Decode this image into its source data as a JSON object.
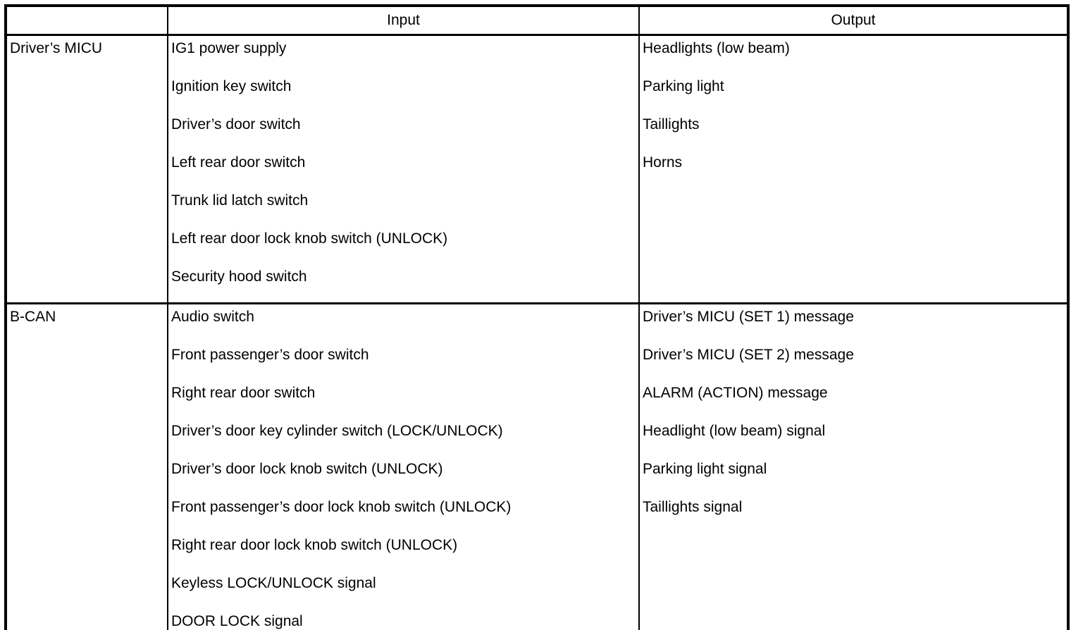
{
  "table": {
    "headers": {
      "source": "",
      "input": "Input",
      "output": "Output"
    },
    "rows": [
      {
        "label": "Driver’s MICU",
        "inputs": [
          "IG1 power supply",
          "Ignition key switch",
          "Driver’s door switch",
          "Left rear door switch",
          "Trunk lid latch switch",
          "Left rear door lock knob switch (UNLOCK)",
          "Security hood switch"
        ],
        "outputs": [
          "Headlights (low beam)",
          "Parking light",
          "Taillights",
          "Horns"
        ]
      },
      {
        "label": "B-CAN",
        "inputs": [
          "Audio switch",
          "Front passenger’s door switch",
          "Right rear door switch",
          "Driver’s door key cylinder switch (LOCK/UNLOCK)",
          "Driver’s door lock knob switch (UNLOCK)",
          "Front passenger’s door lock knob switch (UNLOCK)",
          "Right rear door lock knob switch (UNLOCK)",
          "Keyless LOCK/UNLOCK signal",
          "DOOR LOCK signal"
        ],
        "outputs": [
          "Driver’s MICU (SET 1) message",
          "Driver’s MICU (SET 2) message",
          "ALARM (ACTION) message",
          "Headlight (low beam) signal",
          "Parking light signal",
          "Taillights signal"
        ]
      }
    ]
  },
  "colors": {
    "background": "#ffffff",
    "border": "#000000",
    "text": "#000000"
  }
}
